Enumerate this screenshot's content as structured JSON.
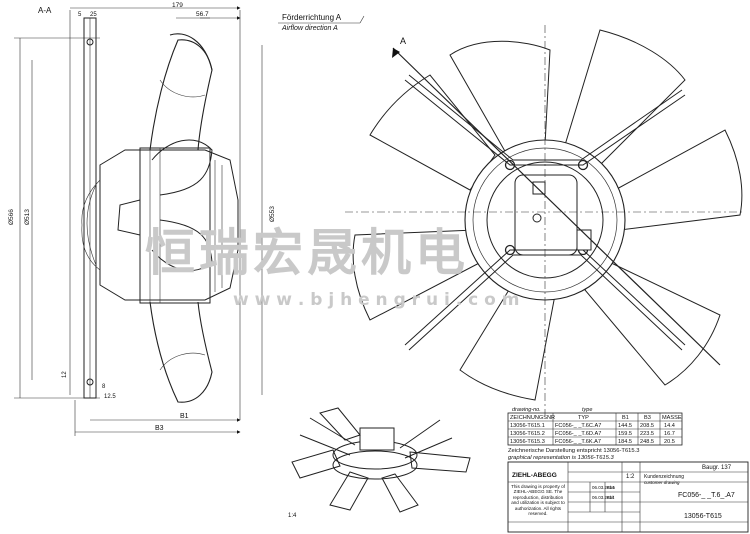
{
  "section_label": "A-A",
  "section_arrow_label": "A",
  "airflow": {
    "de": "Förderrichtung A",
    "en": "Airflow direction A"
  },
  "dims": {
    "d566": "Ø566",
    "d513": "Ø513",
    "d553": "Ø553",
    "w179": "179",
    "w56_7": "56.7",
    "w5": "5",
    "w25": "25",
    "h12": "12",
    "h8": "8",
    "h12_5": "12.5",
    "b1": "B1",
    "b3": "B3"
  },
  "watermark": {
    "cn": "恒瑞宏晟机电",
    "url": "w w w . b j h e n g r u i . c o m"
  },
  "table": {
    "caption_de": "drawing-no.",
    "caption_type": "type",
    "headers": [
      "ZEICHNUNGSNR",
      "TYP",
      "B1",
      "B3",
      "MASSE"
    ],
    "rows": [
      [
        "13056-T615.1",
        "FC056-_ _T.6C.A7",
        "144.5",
        "208.5",
        "14.4"
      ],
      [
        "13056-T615.2",
        "FC056-_ _T.6D.A7",
        "159.5",
        "223.5",
        "16.7"
      ],
      [
        "13056-T615.3",
        "FC056-_ _T.6K.A7",
        "184.5",
        "248.5",
        "20.5"
      ]
    ],
    "note_de": "Zeichnerische Darstellung entspricht 13056-T615.3",
    "note_en": "graphical representation is 13056-T615.3"
  },
  "titleblock": {
    "company": "ZIEHL-ABEGG",
    "scale": "1:2",
    "baugr": "Baugr. 137",
    "drawing_kind": "Kundenzeichnung",
    "drawing_kind_en": "customer drawing",
    "type_code": "FC056-_ _T.6_.A7",
    "drawing_no": "13056-T615",
    "rights": "This drawing is property of ZIEHL-ABEGG SE. The reproduction, distribution and utilization is subject to authorization. All rights reserved.",
    "date1": "06.03.2014",
    "date2": "06.03.2014",
    "name1": "Kirn",
    "name2": "Kirl",
    "view_scale": "1:4"
  }
}
